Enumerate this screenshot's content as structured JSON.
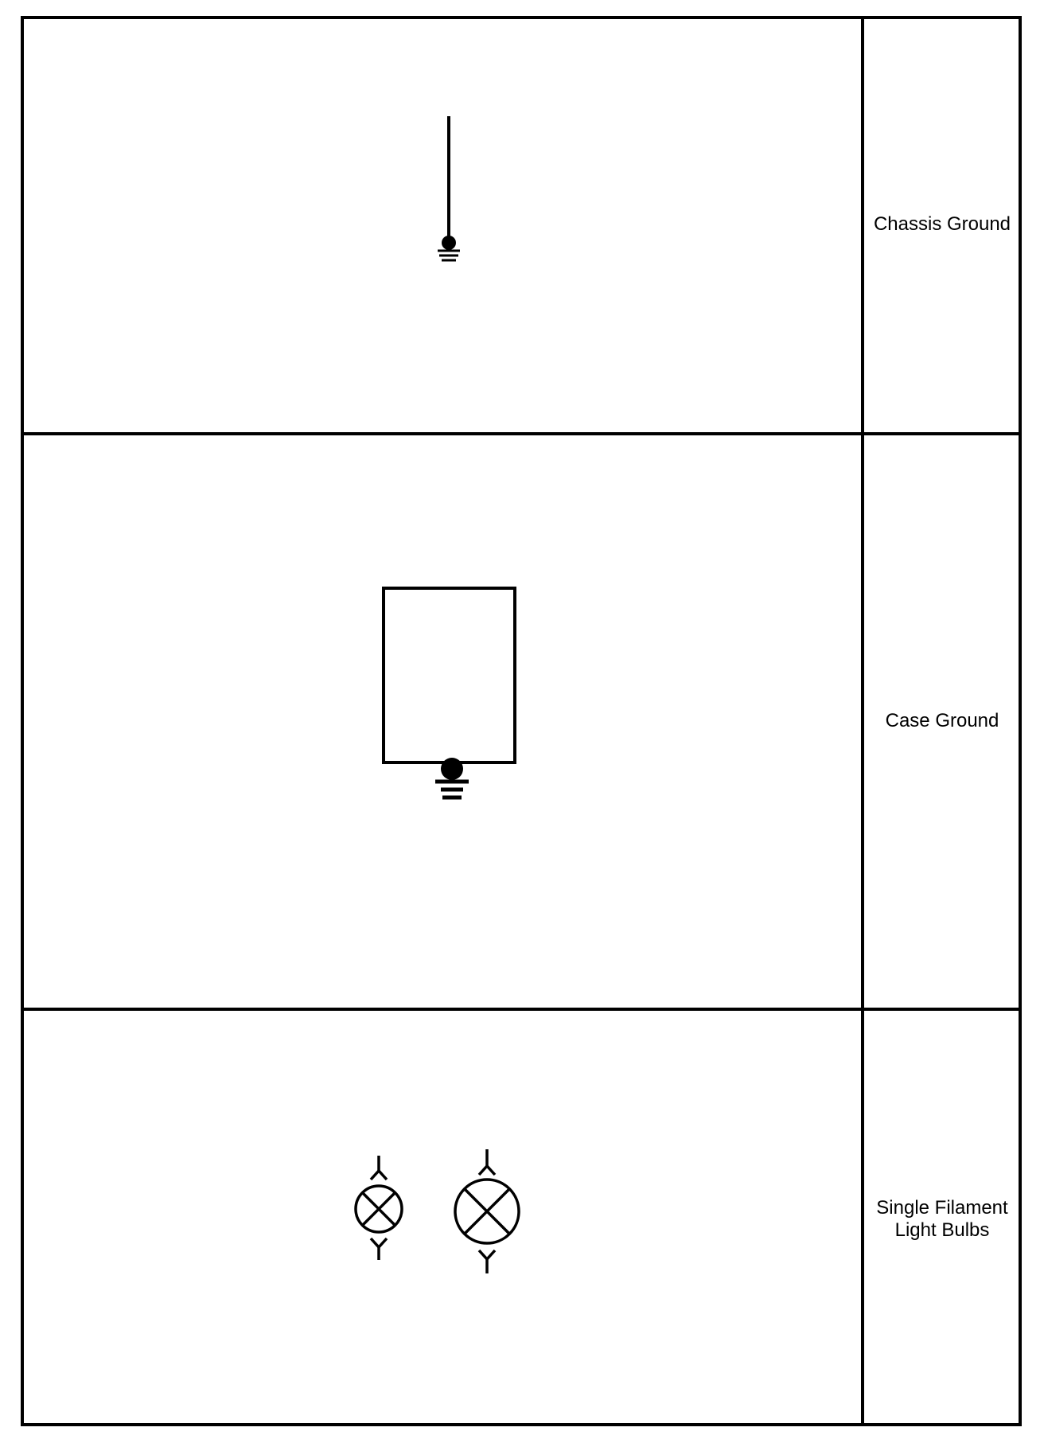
{
  "legend_rows": [
    {
      "symbol": "chassis-ground-symbol",
      "label": "Chassis Ground"
    },
    {
      "symbol": "case-ground-symbol",
      "label": "Case Ground"
    },
    {
      "symbol": "single-filament-bulb-symbol",
      "label": "Single Filament\nLight Bulbs"
    }
  ],
  "colors": {
    "line": "#000000",
    "background": "#ffffff"
  }
}
